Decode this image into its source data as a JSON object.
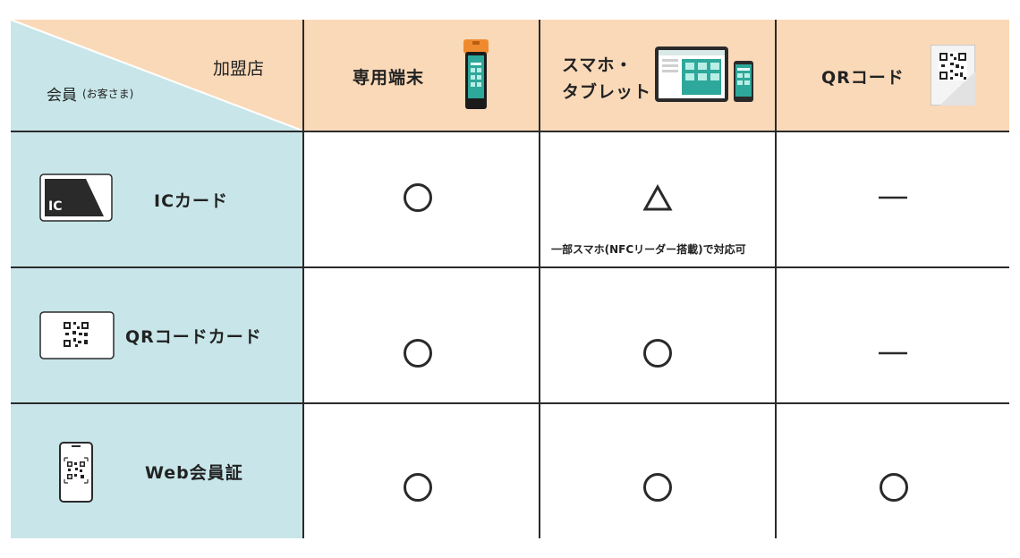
{
  "header": {
    "merchant_label": "加盟店",
    "member_label": "会員",
    "member_sub": "(お客さま)",
    "columns": [
      {
        "label": "専用端末",
        "icon": "payment-terminal-icon"
      },
      {
        "label_line1": "スマホ・",
        "label_line2": "タブレット",
        "icon": "tablet-smartphone-icon"
      },
      {
        "label": "QRコード",
        "icon": "qr-code-stand-icon"
      }
    ]
  },
  "rows": [
    {
      "label": "ICカード",
      "icon": "ic-card-icon",
      "card_text": "IC",
      "cells": [
        "○",
        "△",
        "—"
      ],
      "note": "一部スマホ(NFCリーダー搭載)で対応可"
    },
    {
      "label": "QRコードカード",
      "icon": "qr-card-icon",
      "cells": [
        "○",
        "○",
        "—"
      ]
    },
    {
      "label": "Web会員証",
      "icon": "smartphone-qr-icon",
      "cells": [
        "○",
        "○",
        "○"
      ]
    }
  ],
  "colors": {
    "header_bg": "#fad9b8",
    "row_header_bg": "#c8e6e9",
    "line": "#2a2a2a",
    "terminal_orange": "#f08a2e",
    "screen_teal": "#2ea89a"
  }
}
